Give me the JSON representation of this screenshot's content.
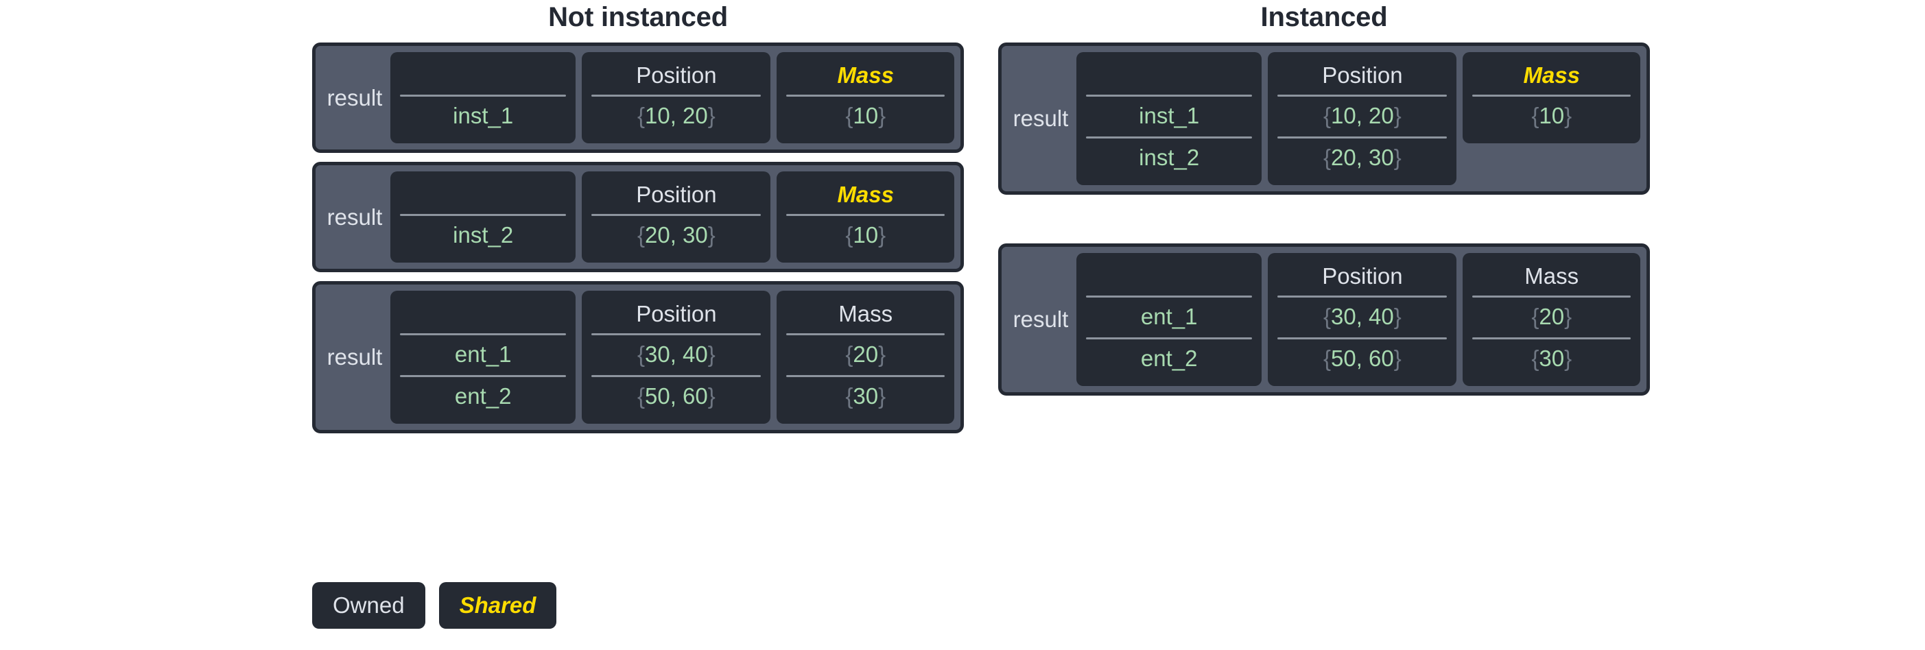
{
  "columns": {
    "left": {
      "title": "Not instanced"
    },
    "right": {
      "title": "Instanced"
    }
  },
  "labels": {
    "result": "result"
  },
  "headers": {
    "blank": "",
    "position": "Position",
    "mass": "Mass"
  },
  "legend": {
    "owned": "Owned",
    "shared": "Shared"
  },
  "colors": {
    "page_background": "#ffffff",
    "title_text": "#242933",
    "card_background": "#545b6b",
    "card_border": "#242933",
    "column_background": "#252a33",
    "header_text": "#dfe3ea",
    "shared_accent": "#ffdd00",
    "value_text": "#a8dab0",
    "brace_text": "#6e7682",
    "rule": "#8d949e"
  },
  "tables": [
    {
      "id": "not-instanced-inst-1",
      "side": "left",
      "label": "result",
      "mass_shared": true,
      "mass_rowspan": 1,
      "columns": [
        {
          "key": "name",
          "header": "",
          "shared": false
        },
        {
          "key": "position",
          "header": "Position",
          "shared": false
        },
        {
          "key": "mass",
          "header": "Mass",
          "shared": true
        }
      ],
      "rows": [
        {
          "name": "inst_1",
          "position": "{10, 20}",
          "mass": "{10}"
        }
      ]
    },
    {
      "id": "not-instanced-inst-2",
      "side": "left",
      "label": "result",
      "mass_shared": true,
      "mass_rowspan": 1,
      "columns": [
        {
          "key": "name",
          "header": "",
          "shared": false
        },
        {
          "key": "position",
          "header": "Position",
          "shared": false
        },
        {
          "key": "mass",
          "header": "Mass",
          "shared": true
        }
      ],
      "rows": [
        {
          "name": "inst_2",
          "position": "{20, 30}",
          "mass": "{10}"
        }
      ]
    },
    {
      "id": "not-instanced-entities",
      "side": "left",
      "label": "result",
      "mass_shared": false,
      "mass_rowspan": 2,
      "columns": [
        {
          "key": "name",
          "header": "",
          "shared": false
        },
        {
          "key": "position",
          "header": "Position",
          "shared": false
        },
        {
          "key": "mass",
          "header": "Mass",
          "shared": false
        }
      ],
      "rows": [
        {
          "name": "ent_1",
          "position": "{30, 40}",
          "mass": "{20}"
        },
        {
          "name": "ent_2",
          "position": "{50, 60}",
          "mass": "{30}"
        }
      ]
    },
    {
      "id": "instanced-instances",
      "side": "right",
      "label": "result",
      "mass_shared": true,
      "mass_rowspan": 1,
      "columns": [
        {
          "key": "name",
          "header": "",
          "shared": false
        },
        {
          "key": "position",
          "header": "Position",
          "shared": false
        },
        {
          "key": "mass",
          "header": "Mass",
          "shared": true
        }
      ],
      "rows": [
        {
          "name": "inst_1",
          "position": "{10, 20}",
          "mass": "{10}"
        },
        {
          "name": "inst_2",
          "position": "{20, 30}",
          "mass": null
        }
      ]
    },
    {
      "id": "instanced-entities",
      "side": "right",
      "label": "result",
      "mass_shared": false,
      "mass_rowspan": 2,
      "columns": [
        {
          "key": "name",
          "header": "",
          "shared": false
        },
        {
          "key": "position",
          "header": "Position",
          "shared": false
        },
        {
          "key": "mass",
          "header": "Mass",
          "shared": false
        }
      ],
      "rows": [
        {
          "name": "ent_1",
          "position": "{30, 40}",
          "mass": "{20}"
        },
        {
          "name": "ent_2",
          "position": "{50, 60}",
          "mass": "{30}"
        }
      ]
    }
  ]
}
